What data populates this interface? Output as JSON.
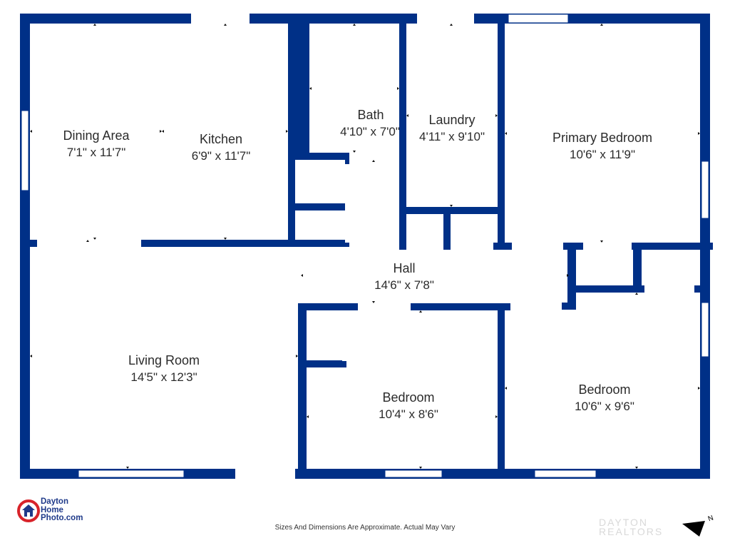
{
  "colors": {
    "wall": "#003087",
    "window": "#ffffff",
    "text": "#2b2b2b"
  },
  "rooms": {
    "dining": {
      "name": "Dining Area",
      "dim": "7'1\" x 11'7\""
    },
    "kitchen": {
      "name": "Kitchen",
      "dim": "6'9\" x 11'7\""
    },
    "bath": {
      "name": "Bath",
      "dim": "4'10\" x 7'0\""
    },
    "laundry": {
      "name": "Laundry",
      "dim": "4'11\" x 9'10\""
    },
    "primary": {
      "name": "Primary Bedroom",
      "dim": "10'6\" x 11'9\""
    },
    "hall": {
      "name": "Hall",
      "dim": "14'6\" x 7'8\""
    },
    "living": {
      "name": "Living Room",
      "dim": "14'5\" x 12'3\""
    },
    "bedroom1": {
      "name": "Bedroom",
      "dim": "10'4\" x 8'6\""
    },
    "bedroom2": {
      "name": "Bedroom",
      "dim": "10'6\" x 9'6\""
    }
  },
  "logo": {
    "line1": "Dayton",
    "line2": "Home",
    "line3": "Photo.com"
  },
  "caption": "Sizes And Dimensions Are Approximate. Actual May Vary",
  "watermark": {
    "line1": "DAYTON",
    "line2": "REALTORS"
  },
  "compass": {
    "label": "N"
  }
}
